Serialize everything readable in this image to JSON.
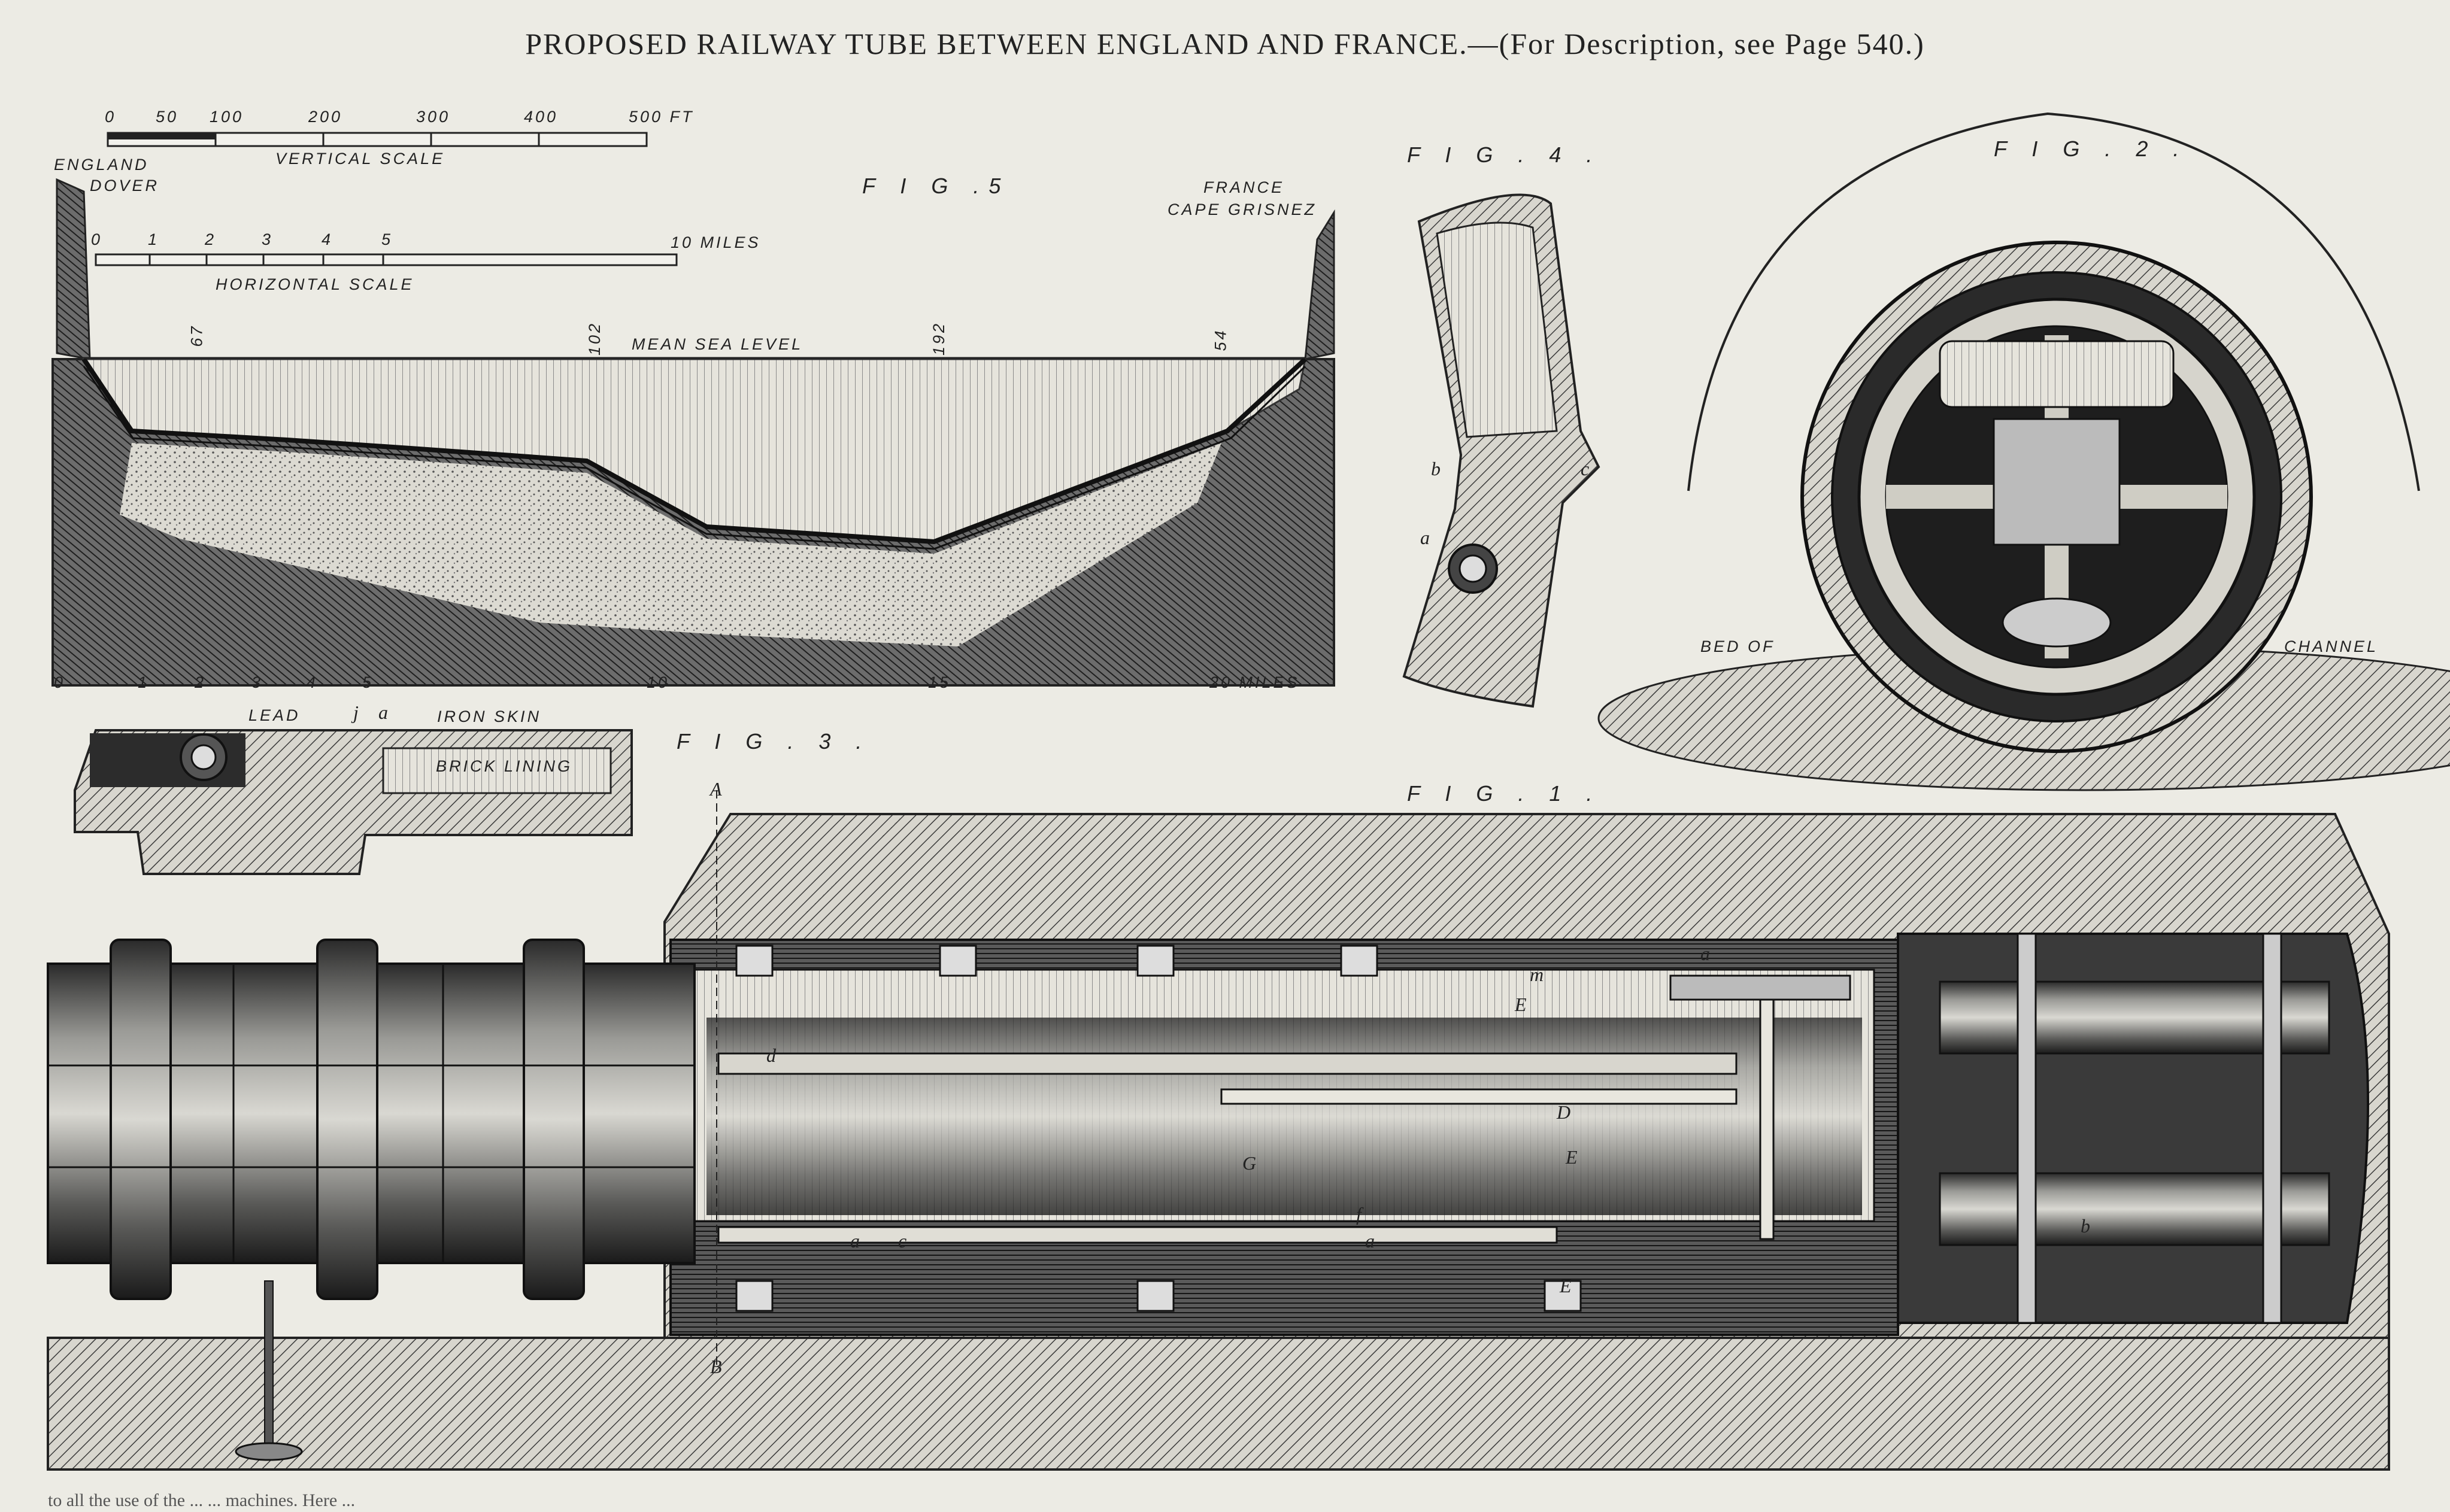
{
  "title": "PROPOSED RAILWAY TUBE BETWEEN ENGLAND AND FRANCE.—(For Description, see Page 540.)",
  "fig5": {
    "label": "F I G .5",
    "england": "ENGLAND",
    "dover": "DOVER",
    "france": "FRANCE",
    "cape": "CAPE GRISNEZ",
    "mean_sea_level": "MEAN SEA LEVEL",
    "vertical_scale": {
      "caption": "VERTICAL SCALE",
      "ticks": [
        "0",
        "50",
        "100",
        "200",
        "300",
        "400",
        "500 FT"
      ]
    },
    "horizontal_scale": {
      "caption": "HORIZONTAL SCALE",
      "ticks": [
        "0",
        "1",
        "2",
        "3",
        "4",
        "5",
        "10 MILES"
      ]
    },
    "depth_labels": [
      "67",
      "102",
      "192",
      "54"
    ],
    "bottom_ticks": [
      "0",
      "1",
      "2",
      "3",
      "4",
      "5",
      "10",
      "15",
      "20 MILES"
    ]
  },
  "fig4": {
    "label": "F I G . 4 .",
    "letters": [
      "b",
      "a",
      "c"
    ]
  },
  "fig2": {
    "label": "F I G . 2 .",
    "bed_of": "BED OF",
    "channel": "CHANNEL"
  },
  "fig3": {
    "label": "F I G . 3 .",
    "lead": "LEAD",
    "lead_letter": "j",
    "iron_letter": "a",
    "iron_skin": "IRON SKIN",
    "brick_lining": "BRICK LINING"
  },
  "fig1": {
    "label": "F I G . 1 .",
    "section_top": "A",
    "section_bottom": "B",
    "letters": [
      "a",
      "m",
      "E",
      "d",
      "D",
      "E",
      "G",
      "f",
      "a",
      "E",
      "b",
      "a",
      "c"
    ]
  },
  "footer_text": "to all the use of the ... ... machines. Here ..."
}
